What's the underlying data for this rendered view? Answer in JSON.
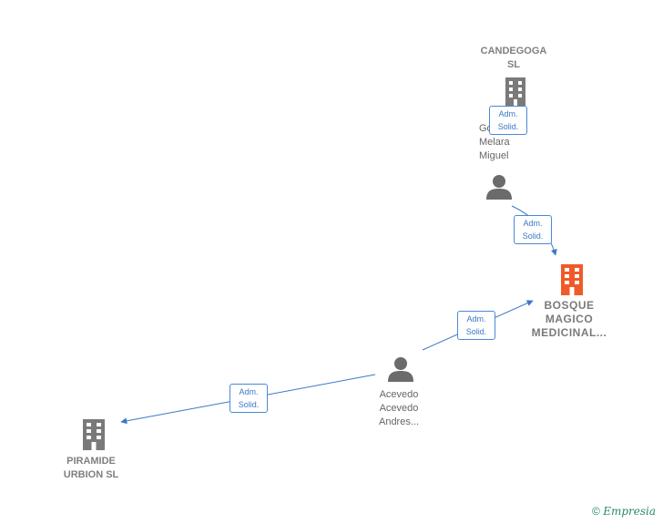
{
  "nodes": {
    "candegoga": {
      "label": "CANDEGOGA\nSL",
      "kind": "company"
    },
    "melara": {
      "label": "Go\nMelara\nMiguel",
      "kind": "person"
    },
    "bosque": {
      "label": "BOSQUE\nMAGICO\nMEDICINAL...",
      "kind": "company-focus"
    },
    "acevedo": {
      "label": "Acevedo\nAcevedo\nAndres...",
      "kind": "person"
    },
    "piramide": {
      "label": "PIRAMIDE\nURBION  SL",
      "kind": "company"
    }
  },
  "relations": [
    {
      "id": "r1",
      "label": "Adm.\nSolid."
    },
    {
      "id": "r2",
      "label": "Adm.\nSolid."
    },
    {
      "id": "r3",
      "label": "Adm.\nSolid."
    },
    {
      "id": "r4",
      "label": "Adm.\nSolid."
    }
  ],
  "footer": {
    "copyright": "©",
    "brand": "Empresia"
  },
  "colors": {
    "edge": "#3b78c7",
    "company": "#7a7a7a",
    "focus": "#f05a28",
    "person": "#6b6b6b"
  },
  "icons": [
    "building-icon",
    "person-icon",
    "copyright-icon"
  ]
}
